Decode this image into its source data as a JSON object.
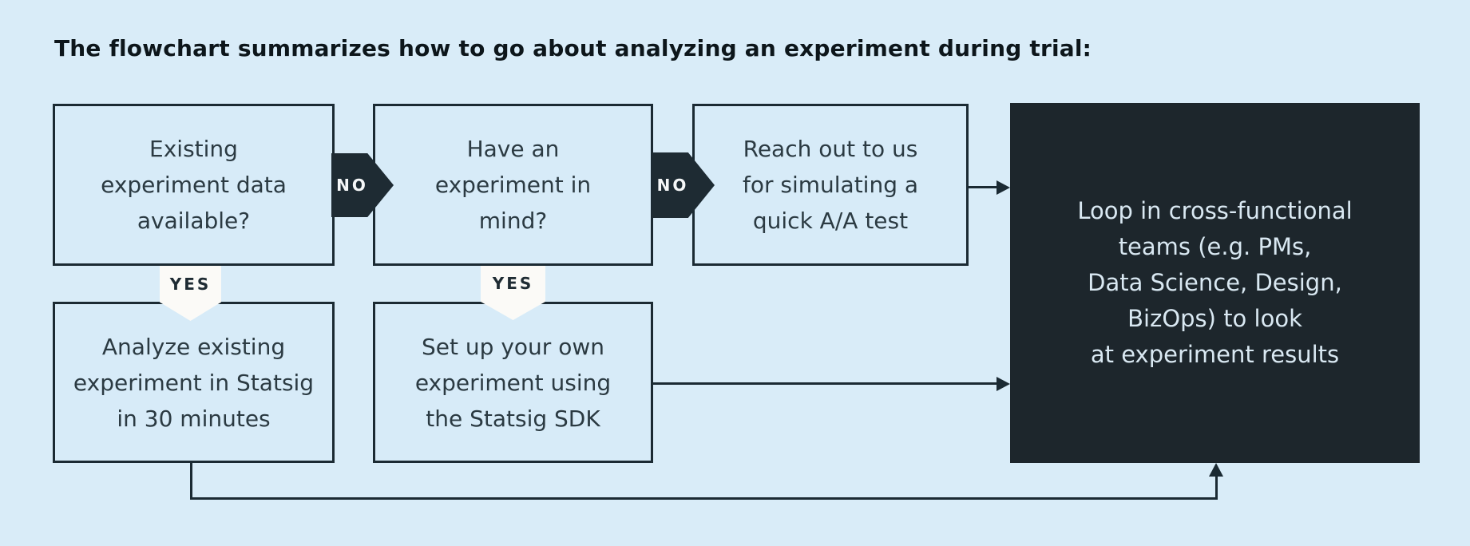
{
  "title": "The flowchart summarizes how to go about analyzing an experiment during trial:",
  "labels": {
    "no": "NO",
    "yes": "YES"
  },
  "nodes": {
    "existing_data": {
      "lines": [
        "Existing",
        "experiment data",
        "available?"
      ]
    },
    "have_experiment": {
      "lines": [
        "Have an",
        "experiment in",
        "mind?"
      ]
    },
    "reach_out": {
      "lines": [
        "Reach out to us",
        "for simulating a",
        "quick A/A test"
      ]
    },
    "analyze_existing": {
      "lines": [
        "Analyze existing",
        "experiment in Statsig",
        "in 30 minutes"
      ]
    },
    "set_up_own": {
      "lines": [
        "Set up your own",
        "experiment using",
        "the Statsig SDK"
      ]
    },
    "loop_in": {
      "lines": [
        "Loop in cross-functional",
        "teams (e.g. PMs,",
        "Data Science, Design,",
        "BizOps) to look",
        "at experiment results"
      ]
    }
  },
  "colors": {
    "background": "#d9ecf8",
    "box_fill": "#d7ebf8",
    "box_border": "#1b2a33",
    "box_text": "#2b3a42",
    "dark_box_fill": "#1d262c",
    "dark_box_text": "#d9e8f2",
    "badge_no_fill": "#1e2b33",
    "badge_no_text": "#f5f7f8",
    "badge_yes_fill": "#fbfaf7",
    "badge_yes_text": "#1e2b33",
    "title_text": "#0d161b"
  }
}
